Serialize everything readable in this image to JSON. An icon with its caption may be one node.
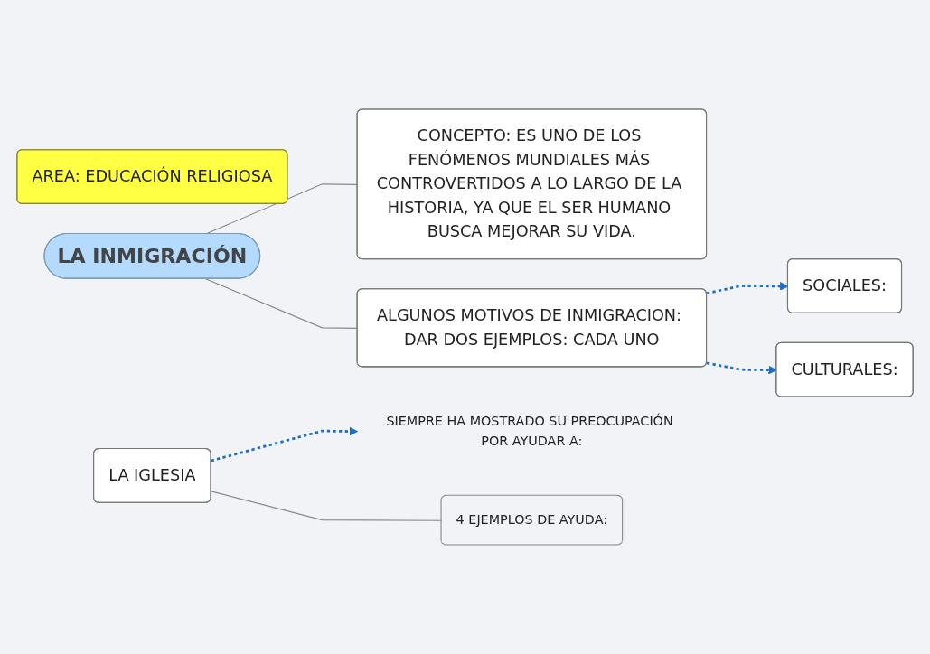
{
  "diagram": {
    "nodes": [
      {
        "text": [
          "AREA: EDUCACIÓN RELIGIOSA"
        ]
      },
      {
        "text": [
          "LA INMIGRACIÓN"
        ]
      },
      {
        "text": [
          "CONCEPTO: ES UNO DE LOS FENÓMENOS MUNDIALES MÁS CONTROVERTIDOS A LO LARGO DE LA HISTORIA, YA QUE EL SER HUMANO BUSCA MEJORAR SU VIDA."
        ]
      },
      {
        "text": [
          "ALGUNOS MOTIVOS DE INMIGRACION: DAR DOS EJEMPLOS: CADA UNO"
        ]
      },
      {
        "text": [
          "SOCIALES:"
        ]
      },
      {
        "text": [
          "CULTURALES:"
        ]
      },
      {
        "text": [
          "LA IGLESIA"
        ]
      },
      {
        "text": [
          "SIEMPRE HA MOSTRADO SU PREOCUPACIÓN POR AYUDAR A:"
        ]
      },
      {
        "text": [
          "4 EJEMPLOS DE AYUDA:"
        ]
      }
    ],
    "edges": [
      {
        "from": 1,
        "to": 2,
        "arrow": "none"
      },
      {
        "from": 1,
        "to": 3,
        "arrow": "none"
      },
      {
        "from": 3,
        "to": 4,
        "arrow": "to",
        "style": "dashed",
        "color": "#1a6fc9"
      },
      {
        "from": 3,
        "to": 5,
        "arrow": "to",
        "style": "dashed",
        "color": "#1a6fc9"
      },
      {
        "from": 6,
        "to": 7,
        "arrow": "to",
        "style": "dashed",
        "color": "#1a6fc9"
      },
      {
        "from": 6,
        "to": 8,
        "arrow": "none"
      }
    ]
  }
}
